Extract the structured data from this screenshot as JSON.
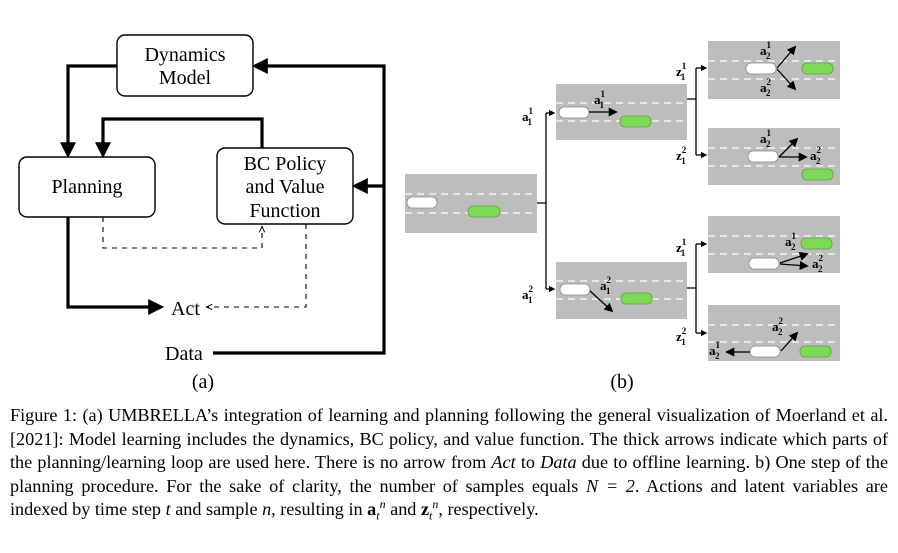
{
  "panel_a": {
    "dynamics_model": [
      "Dynamics",
      "Model"
    ],
    "planning": "Planning",
    "bc_policy": [
      "BC Policy",
      "and Value",
      "Function"
    ],
    "act": "Act",
    "data": "Data",
    "label": "(a)"
  },
  "panel_b": {
    "label": "(b)",
    "a_sym": "a",
    "z_sym": "z",
    "colors": {
      "road": "#bdbdbd",
      "lane_dash": "#ffffff",
      "ego_car": "#ffffff",
      "other_car": "#7ed957"
    }
  },
  "caption": {
    "figure_label": "Figure 1:",
    "part1": "(a) UMBRELLA’s integration of learning and planning following the general visualization of Moerland et al. [2021]: Model learning includes the dynamics, BC policy, and value function. The thick arrows indicate which parts of the planning/learning loop are used here. There is no arrow from",
    "act": "Act",
    "to": "to",
    "data": "Data",
    "part2": "due to offline learning. b) One step of the planning procedure. For the sake of clarity, the number of samples equals",
    "n_eq": "N = 2",
    "part3": ". Actions and latent variables are indexed by time step",
    "t": "t",
    "part4": "and sample",
    "n": "n",
    "part5": ", resulting in",
    "a_sym": "a",
    "and": "and",
    "z_sym": "z",
    "sub_t": "t",
    "sup_n": "n",
    "part6": ", respectively."
  }
}
